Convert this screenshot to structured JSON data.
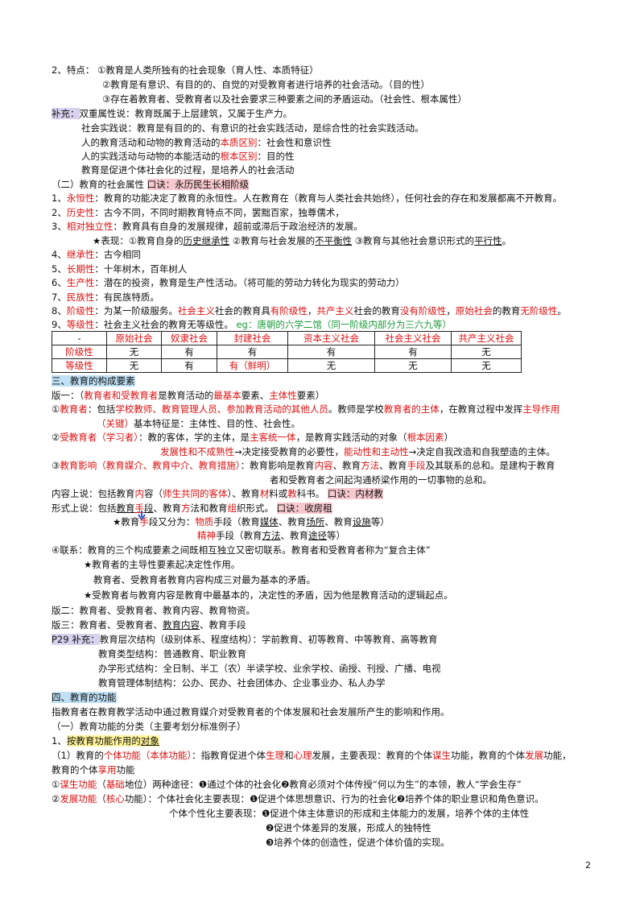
{
  "lines": {
    "l01": "2、特点：  ①教育是人类所独有的社会现象（育人性、本质特征）",
    "l02": "②教育是有意识、有目的的、自觉的对受教育者进行培养的社会活动。（目的性）",
    "l03": "③存在着教育者、受教育者以及社会要求三种要素之间的矛盾运动。（社会性、根本属性）",
    "l04a": "补充：",
    "l04b": "双重属性说：教育既属于上层建筑，又属于生产力。",
    "l05": "社会实践说：教育是有目的的、有意识的社会实践活动，是综合性的社会实践活动。",
    "l06a": "人的教育活动和动物的教育活动的",
    "l06b": "本质区别",
    "l06c": "：社会性和意识性",
    "l07a": "人的实践活动与动物的本能活动的",
    "l07b": "根本区别",
    "l07c": "：目的性",
    "l08": "教育是促进个体社会化的过程，是培养人的社会活动",
    "l09a": "（二）教育的社会属性   ",
    "l09b": "口诀：永历民生长相阶级",
    "l10a": "1、",
    "l10b": "永恒性",
    "l10c": "：教育的功能决定了教育的永恒性。人在教育在（教育与人类社会共始终），任何社会的存在和发展都离不开教育。",
    "l11a": "2、",
    "l11b": "历史性",
    "l11c": "：古今不同，不同时期教育特点不同，罢黜百家，独尊儒术，",
    "l12a": "3、",
    "l12b": "相对独立性",
    "l12c": "：教育具有自身的发展规律，超前或滞后于政治经济的发展。",
    "l13a": "★表现：①教育自身的",
    "l13b": "历史继承性",
    "l13c": " ②教育与社会发展的",
    "l13d": "不平衡性",
    "l13e": " ③教育与其他社会意识形式的",
    "l13f": "平行性",
    "l13g": "。",
    "l14a": "4、",
    "l14b": "继承性",
    "l14c": "：古今相同",
    "l15a": "5、",
    "l15b": "长期性",
    "l15c": "：十年树木，百年树人",
    "l16a": "6、",
    "l16b": "生产性",
    "l16c": "：潜在的投资，教育是生产性活动。（将可能的劳动力转化为现实的劳动力）",
    "l17a": "7、",
    "l17b": "民族性",
    "l17c": "：有民族特质。",
    "l18a": "8、",
    "l18b": "阶级性",
    "l18c": "：为某一阶级服务。",
    "l18d": "社会主义",
    "l18e": "社会的教育具",
    "l18f": "有阶级性",
    "l18g": "，",
    "l18h": "共产主义",
    "l18i": "社会的教育",
    "l18j": "没有阶级性",
    "l18k": "，",
    "l18l": "原始社会",
    "l18m": "的教育",
    "l18n": "无阶级性",
    "l18o": "。",
    "l19a": "9、",
    "l19b": "等级性",
    "l19c": "：社会主义社会的教育无等级性。    ",
    "l19d": "eg：唐朝的六学二馆（同一阶级内部分为三六九等）",
    "l20": "三、教育的构成要素",
    "l21a": "版一：（",
    "l21b": "教育者和受教育者",
    "l21c": "是教育活动的",
    "l21d": "最基本",
    "l21e": "要素、",
    "l21f": "主体性",
    "l21g": "要素）",
    "l22a": "①",
    "l22b": "教育者",
    "l22c": "：包括",
    "l22d": "学校教师、教育管理人员、参加教育活动的其他人员",
    "l22e": "。教师是学校",
    "l22f": "教育者的主体",
    "l22g": "，在教育过程中发挥",
    "l22h": "主导作用",
    "l23a": "（关键）",
    "l23b": "基本特征是：主体性、目的性、社会性。",
    "l24a": "②",
    "l24b": "受教育者（学习者）",
    "l24c": "：教的客体，学的主体，是",
    "l24d": "主客统一体",
    "l24e": "，是教育实践活动的对象（",
    "l24f": "根本因素",
    "l24g": "）",
    "l25a": "发展性和不成熟性",
    "l25b": "→决定接受教育的必要性，",
    "l25c": "能动性和主动性",
    "l25d": "→决定自我改造和自我塑造的主体。",
    "l26a": "③",
    "l26b": "教育影响（教育媒介、教育中介、教育措施）",
    "l26c": "：教育影响是教育",
    "l26d": "内容",
    "l26e": "、教育",
    "l26f": "方法",
    "l26g": "、教育",
    "l26h": "手段",
    "l26i": "及其联系的总和。是建构于教育",
    "l27": "者和受教育者之间起沟通桥梁作用的一切事物的总和。",
    "l28a": "内容上说：包括教育",
    "l28b": "内",
    "l28c": "容（",
    "l28d": "师生共同的客体",
    "l28e": "）、教育",
    "l28f": "材",
    "l28g": "料或",
    "l28h": "教",
    "l28i": "科书。      ",
    "l28j": "口诀：内材教",
    "l29a": "形式上说：包括",
    "l29b": "教育",
    "l29c": "手",
    "l29d": "段",
    "l29e": "、教育",
    "l29f": "方",
    "l29g": "法和教育",
    "l29h": "组",
    "l29i": "织形式。     ",
    "l29j": "口诀：收房租",
    "l30a": "★教育",
    "l30b": "手",
    "l30c": "段又分为：",
    "l30d": "物质",
    "l30e": "手段（教育",
    "l30f": "媒体",
    "l30g": "、教育",
    "l30h": "场所",
    "l30i": "、教育",
    "l30j": "设施",
    "l30k": "等）",
    "l31a": "精神",
    "l31b": "手段（教育",
    "l31c": "方法",
    "l31d": "、教育",
    "l31e": "途径",
    "l31f": "等）",
    "l32": "④联系：教育的三个构成要素之间既相互独立又密切联系。教育者和受教育者称为“复合主体”",
    "l33": "★教育者的主导性要素起决定性作用。",
    "l34": "教育者、受教育者教育内容构成三对最为基本的矛盾。",
    "l35": "★受教育者与教育内容是教育中最基本的，决定性的矛盾，因为他是教育活动的逻辑起点。",
    "l36": "版二：教育者、受教育者、教育内容、教育物资。",
    "l37a": "版三：教育者、受教育者、",
    "l37b": "教育内容",
    "l37c": "、教育手段",
    "l38a": "P29 补充：",
    "l38b": "教育层次结构（级别体系、程度结构）：学前教育、初等教育、中等教育、高等教育",
    "l39": "教育类型结构：普通教育、职业教育",
    "l40": "办学形式结构：全日制、半工（农）半读学校、业余学校、函授、刊授、广播、电视",
    "l41": "教育管理体制结构：公办、民办、社会团体办、企业事业办、私人办学",
    "l42": "四、教育的功能",
    "l43": "指教育者在教育教学活动中通过教育媒介对受教育者的个体发展和社会发展所产生的影响和作用。",
    "l44": "（一）教育功能的分类（主要考划分标准例子）",
    "l45a": "1、",
    "l45b": "按教育功能作用的",
    "l45c": "对象",
    "l46a": "（1）教育的",
    "l46b": "个体功能（本体功能）",
    "l46c": "：指教育促进个体",
    "l46d": "生理",
    "l46e": "和",
    "l46f": "心理",
    "l46g": "发展，主要表现：教育的个体",
    "l46h": "谋生",
    "l46i": "功能，教育的个体",
    "l46j": "发展",
    "l46k": "功能，",
    "l47a": "教育的个体",
    "l47b": "享用",
    "l47c": "功能",
    "l48a": "①",
    "l48b": "谋生功能",
    "l48c": "（",
    "l48d": "基础",
    "l48e": "地位）两种途径：❶通过个体的社会化❷教育必须对个体传授“何以为生”的本领，教人“学会生存”",
    "l49a": "②",
    "l49b": "发展功能",
    "l49c": "（",
    "l49d": "核心",
    "l49e": "功能）：个体社会化主要表现：❶促进个体思想意识、行为的社会化❷培养个体的职业意识和角色意识。",
    "l50": "个体个性化主要表现：❶促进个体主体意识的形成和主体能力的发展，培养个体的主体性",
    "l51": "❷促进个体差异的发展，形成人的独特性",
    "l52": "❸培养个体的创造性，促进个体价值的实现。"
  },
  "table": {
    "header": [
      "-",
      "原始社会",
      "奴隶社会",
      "封建社会",
      "资本主义社会",
      "社会主义社会",
      "共产主义社会"
    ],
    "row1": [
      "阶级性",
      "无",
      "有",
      "有",
      "有",
      "有",
      "无"
    ],
    "row2": [
      "等级性",
      "无",
      "有",
      "有（鲜明）",
      "无",
      "无",
      "无"
    ]
  },
  "page_number": "2",
  "colors": {
    "red": "#d11",
    "green": "#1a9a3a",
    "highlight_purple": "#d8d2ee",
    "highlight_pink": "#f7c9cf",
    "highlight_blue": "#bfe0f5",
    "highlight_yellow": "#fff59a"
  }
}
